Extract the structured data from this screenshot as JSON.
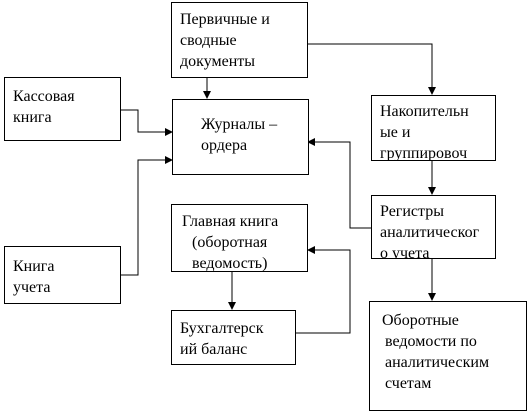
{
  "diagram": {
    "boxes": {
      "primary_docs": [
        "Первичные и",
        "сводные",
        "документы"
      ],
      "cash_book": [
        "Кассовая",
        "книга"
      ],
      "journals": [
        "Журналы –",
        "ордера"
      ],
      "accumulative": [
        "Накопительн",
        "ые и",
        "группировоч"
      ],
      "analytic_registers": [
        "Регистры",
        "аналитическог",
        "о учета"
      ],
      "general_ledger": [
        "Главная книга",
        "(оборотная",
        "ведомость)"
      ],
      "account_book": [
        "Книга",
        "учета"
      ],
      "balance_sheet": [
        "Бухгалтерск",
        "ий баланс"
      ],
      "turnover_statements": [
        "Оборотные",
        "ведомости  по",
        "аналитическим",
        "счетам"
      ]
    }
  }
}
